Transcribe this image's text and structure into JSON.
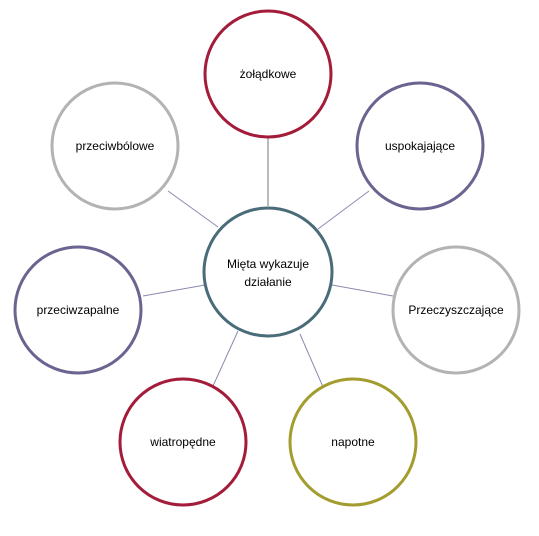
{
  "center": {
    "lines": [
      "Mięta wykazuje",
      "działanie"
    ],
    "color": "#4a6b78"
  },
  "nodes": [
    {
      "id": "zoladkowe",
      "label": "żołądkowe",
      "color": "#a31c3a"
    },
    {
      "id": "uspokajajace",
      "label": "uspokajające",
      "color": "#6a6490"
    },
    {
      "id": "przeczyszczajace",
      "label": "Przeczyszczające",
      "color": "#b3b3b3"
    },
    {
      "id": "napotne",
      "label": "napotne",
      "color": "#a39c2e"
    },
    {
      "id": "wiatropedne",
      "label": "wiatropędne",
      "color": "#a31c3a"
    },
    {
      "id": "przeciwzapalne",
      "label": "przeciwzapalne",
      "color": "#6a6490"
    },
    {
      "id": "przeciwbolowe",
      "label": "przeciwbólowe",
      "color": "#b3b3b3"
    }
  ],
  "connector_color": "#8a8ab0"
}
